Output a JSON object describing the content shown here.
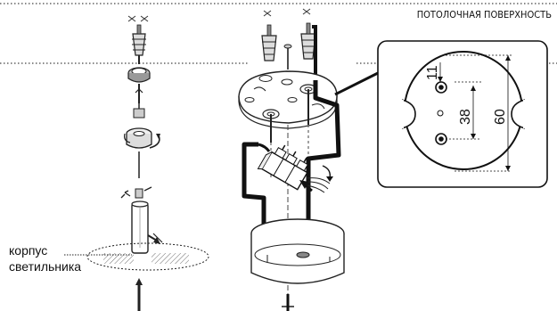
{
  "labels": {
    "ceiling_surface": "ПОТОЛОЧНАЯ ПОВЕРХНОСТЬ",
    "housing_line1": "корпус",
    "housing_line2": "светильника"
  },
  "dimensions": {
    "hole_offset": "11",
    "hole_spacing": "38",
    "plate_size": "60"
  }
}
